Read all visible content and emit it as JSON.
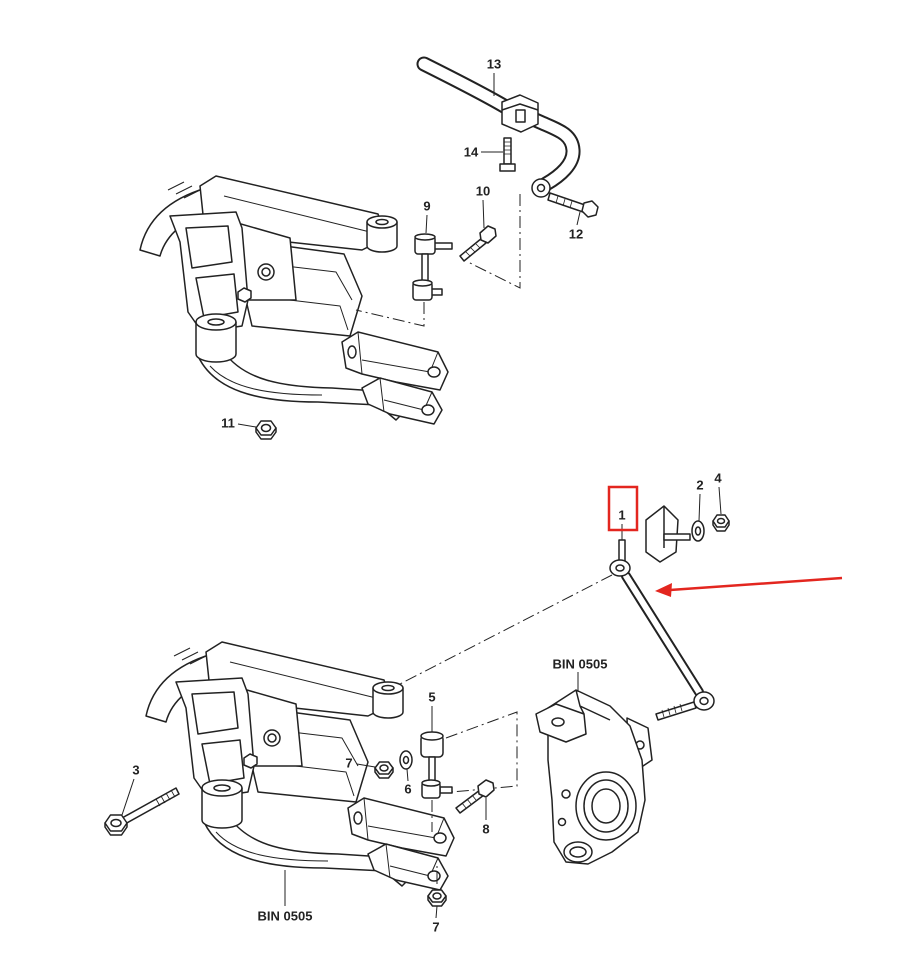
{
  "top": {
    "callouts": {
      "c13": "13",
      "c14": "14",
      "c10": "10",
      "c9": "9",
      "c12": "12",
      "c11": "11"
    }
  },
  "bottom": {
    "callouts": {
      "c1": "1",
      "c2": "2",
      "c4": "4",
      "c3": "3",
      "c5": "5",
      "c7_upper": "7",
      "c6": "6",
      "c8": "8",
      "c7_lower": "7"
    },
    "labels": {
      "housing": "BIN 0505",
      "arm": "BIN 0505"
    }
  },
  "colors": {
    "ink": "#222222",
    "highlight": "#e3261f",
    "background": "#ffffff"
  }
}
